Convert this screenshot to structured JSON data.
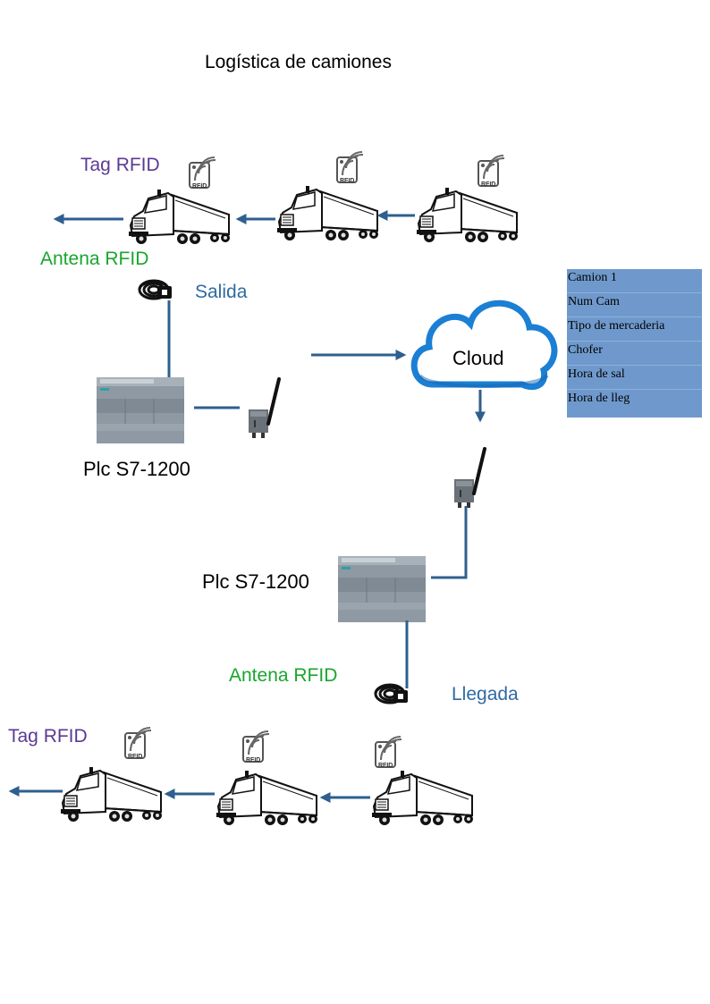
{
  "title": "Logística de camiones",
  "labels": {
    "tag_top": "Tag RFID",
    "antenna_top": "Antena RFID",
    "salida": "Salida",
    "plc_top": "Plc S7-1200",
    "cloud": "Cloud",
    "plc_bottom": "Plc S7-1200",
    "antenna_bottom": "Antena RFID",
    "llegada": "Llegada",
    "tag_bottom": "Tag RFID",
    "rfid_tag": "RFID"
  },
  "info_box": {
    "rows": [
      "Camion 1",
      "Num Cam",
      "Tipo de mercaderia",
      "Chofer",
      "Hora de sal",
      "Hora de lleg"
    ]
  },
  "colors": {
    "connector": "#2e5f8f",
    "title_text": "#000000",
    "tag_text": "#5a3a96",
    "antenna_text": "#1aa52e",
    "place_text": "#2f6aa3",
    "cloud_stroke": "#1b7fd4",
    "info_fill": "#6f99cc"
  },
  "icons": [
    "truck-icon",
    "rfid-tag-icon",
    "rfid-antenna-icon",
    "plc-icon",
    "wireless-gateway-icon",
    "cloud-icon"
  ]
}
